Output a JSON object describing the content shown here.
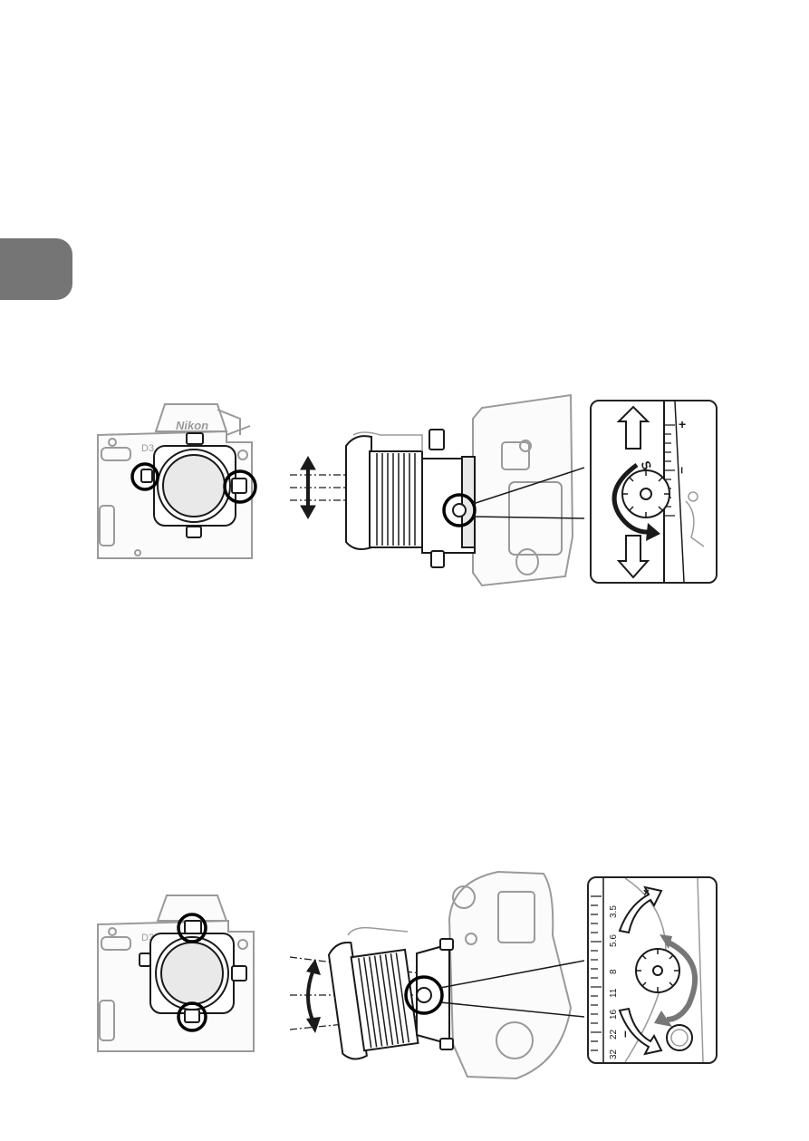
{
  "page": {
    "side_tab": {
      "color": "#757575"
    }
  },
  "figures": {
    "shift": {
      "camera_brand": "Nikon",
      "camera_model": "D3",
      "scale_label": "S",
      "scale_plus": "+",
      "scale_minus": "–"
    },
    "tilt": {
      "camera_model": "D3",
      "aperture_values": [
        "3.5",
        "5.6",
        "8",
        "11",
        "16",
        "22",
        "32"
      ],
      "scale_plus": "+",
      "scale_minus": "–"
    }
  },
  "colors": {
    "line_dark": "#1a1a1a",
    "line_gray": "#9a9a9a",
    "fill_light": "#e9e9e9"
  }
}
